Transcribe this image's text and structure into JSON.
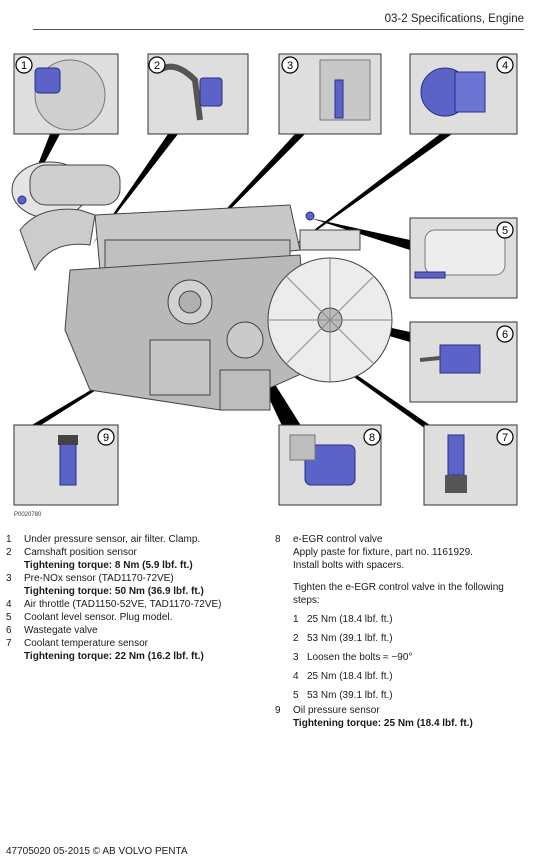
{
  "header": {
    "section": "03-2 Specifications, Engine"
  },
  "figure": {
    "id": "P0020780",
    "callouts": [
      "1",
      "2",
      "3",
      "4",
      "5",
      "6",
      "7",
      "8",
      "9"
    ]
  },
  "items_left": [
    {
      "num": "1",
      "text": "Under pressure sensor, air filter. Clamp."
    },
    {
      "num": "2",
      "text": "Camshaft position sensor",
      "torque": "Tightening torque: 8 Nm (5.9 lbf. ft.)"
    },
    {
      "num": "3",
      "text": "Pre-NOx sensor (TAD1170-72VE)",
      "torque": "Tightening torque: 50 Nm (36.9 lbf. ft.)"
    },
    {
      "num": "4",
      "text": "Air throttle (TAD1150-52VE, TAD1170-72VE)"
    },
    {
      "num": "5",
      "text": "Coolant level sensor. Plug model."
    },
    {
      "num": "6",
      "text": "Wastegate valve"
    },
    {
      "num": "7",
      "text": "Coolant temperature sensor",
      "torque": "Tightening torque: 22 Nm (16.2 lbf. ft.)"
    }
  ],
  "item8": {
    "num": "8",
    "title": "e-EGR control valve",
    "line1": "Apply paste for fixture, part no. 1161929.",
    "line2": "Install bolts with spacers.",
    "intro_a": "Tighten the e-EGR control valve in the following",
    "intro_b": "steps:",
    "steps": [
      {
        "n": "1",
        "t": "25 Nm (18.4 lbf. ft.)"
      },
      {
        "n": "2",
        "t": "53 Nm (39.1 lbf. ft.)"
      },
      {
        "n": "3",
        "t": "Loosen the bolts ≈ ~90°"
      },
      {
        "n": "4",
        "t": "25 Nm (18.4 lbf. ft.)"
      },
      {
        "n": "5",
        "t": "53 Nm (39.1 lbf. ft.)"
      }
    ]
  },
  "item9": {
    "num": "9",
    "text": "Oil pressure sensor",
    "torque": "Tightening torque: 25 Nm (18.4 lbf. ft.)"
  },
  "footer": {
    "text": "47705020 05-2015 © AB VOLVO PENTA"
  },
  "colors": {
    "highlight": "#5b63c9",
    "line": "#000000"
  }
}
